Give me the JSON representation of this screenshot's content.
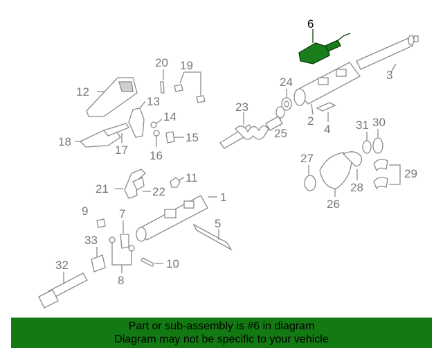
{
  "highlighted_part": "6",
  "colors": {
    "highlight": "#1c7d1c",
    "banner": "#137a13",
    "parts": "#8a8a8a"
  },
  "callouts": {
    "c1": "1",
    "c2": "2",
    "c3": "3",
    "c4": "4",
    "c5": "5",
    "c6": "6",
    "c7": "7",
    "c8": "8",
    "c9": "9",
    "c10": "10",
    "c11": "11",
    "c12": "12",
    "c13": "13",
    "c14": "14",
    "c15": "15",
    "c16": "16",
    "c17": "17",
    "c18": "18",
    "c19": "19",
    "c20": "20",
    "c21": "21",
    "c22": "22",
    "c23": "23",
    "c24": "24",
    "c25": "25",
    "c26": "26",
    "c27": "27",
    "c28": "28",
    "c29": "29",
    "c30": "30",
    "c31": "31",
    "c32": "32",
    "c33": "33"
  },
  "banner": {
    "line1": "Part or sub-assembly is #6 in diagram",
    "line2": "Diagram may not be specific to your vehicle"
  }
}
